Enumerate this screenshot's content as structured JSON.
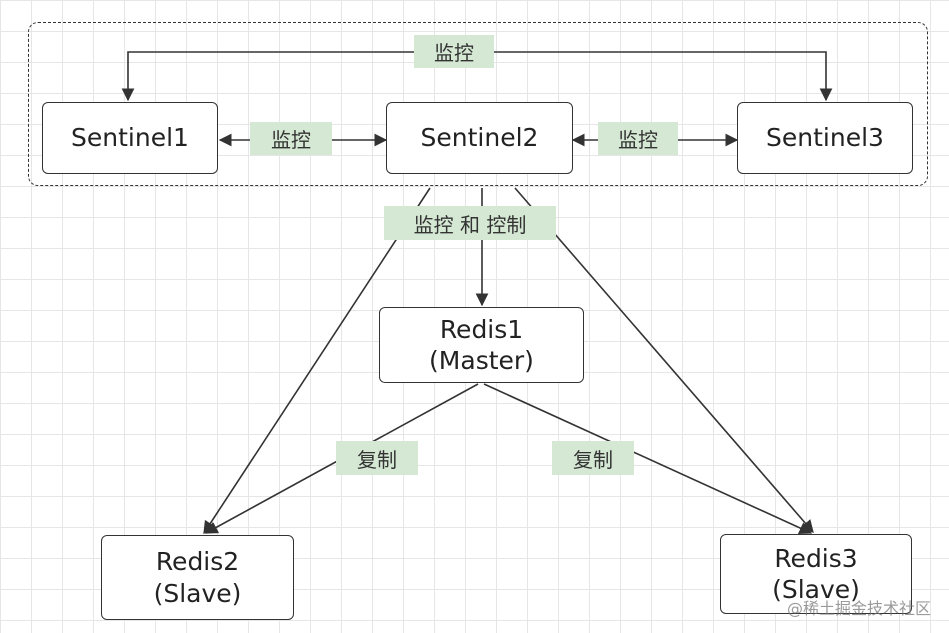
{
  "nodes": {
    "sentinel1": {
      "label": "Sentinel1"
    },
    "sentinel2": {
      "label": "Sentinel2"
    },
    "sentinel3": {
      "label": "Sentinel3"
    },
    "redis1": {
      "line1": "Redis1",
      "line2": "(Master)"
    },
    "redis2": {
      "line1": "Redis2",
      "line2": "(Slave)"
    },
    "redis3": {
      "line1": "Redis3",
      "line2": "(Slave)"
    }
  },
  "edge_labels": {
    "top_monitor": "监控",
    "s1_s2_monitor": "监控",
    "s2_s3_monitor": "监控",
    "monitor_and_control": "监控 和 控制",
    "replicate_left": "复制",
    "replicate_right": "复制"
  },
  "watermark": "@稀土掘金技术社区",
  "colors": {
    "label_bg": "#d5e8d4",
    "stroke": "#333333",
    "grid": "#e6e6e6"
  }
}
